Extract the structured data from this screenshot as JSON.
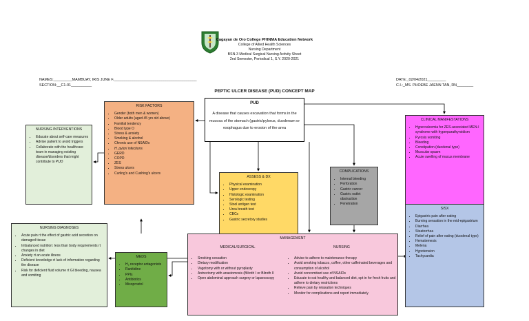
{
  "header": {
    "institution": "Cagayan de Oro College PHINMA Education Network",
    "college": "College of Allied Health Sciences",
    "department": "Nursing Department",
    "activity": "BSN-3 Medical Surgical Nursing Activity Sheet",
    "semester": "2nd Semester, Periodical 1, S.Y. 2020-2021"
  },
  "meta": {
    "names": "NAMES:_________MAMBUAY, IRIS JUNE F.________________________________________",
    "section": "SECTION:__C1-01__________",
    "date": "DATE:_02/04/2021_________",
    "ci": "C.I.:_MS. PHOEBE JAENN TAN, RN________"
  },
  "title": "PEPTIC ULCER DISEASE (PUD) CONCEPT MAP",
  "pud": {
    "heading": "PUD",
    "definition": "A disease that causes excavation that forms in the mucosa of the stomach (gastric/pylorus, duodenum or esophagus due to erosion of the area"
  },
  "risk_factors": {
    "heading": "RISK FACTORS",
    "items": [
      "Gender (both men & women)",
      "Older adults (aged 45 yrs old above)",
      "Familial tendency",
      "Blood type O",
      "Stress & anxiety",
      "Smoking & alcohol",
      "Chronic use of NSAIDs",
      "H. pylori infections",
      "GERD",
      "COPD",
      "ZES",
      "Stress ulcers",
      "Curling's and Cushing's ulcers"
    ]
  },
  "nursing_interventions": {
    "heading": "NURSING INTERVENTIONS",
    "items": [
      "Educate about self-care measures",
      "Advise patient to avoid triggers",
      "Collaborate with the healthcare team in managing existing disease/disorders that might contribute to PUD"
    ]
  },
  "clinical_manifestations": {
    "heading": "CLINICAL MANIFESTATIONS",
    "items": [
      "Hypercalcemia for ZES-associated MEN-I syndrome with hyperparathyroidism",
      "Pyrosis vomiting",
      "Bleeding",
      "Constipation (duodenal type)",
      "Muscular spasm",
      "Acute swelling of mucus membrane"
    ]
  },
  "complications": {
    "heading": "COMPLICATIONS",
    "items": [
      "Internal bleeding",
      "Perforation",
      "Gastric cancer",
      "Gastric outlet obstruction",
      "Penetration"
    ]
  },
  "assess_dx": {
    "heading": "ASSESS & DX",
    "items": [
      "Physical examination",
      "Upper endoscopy",
      "Histologic examination",
      "Serologic testing",
      "Stool antigen test",
      "Urea breath test",
      "CBCs",
      "Gastric secretory studies"
    ]
  },
  "sx": {
    "heading": "S/SX",
    "items": [
      "Epigastric pain after eating",
      "Burning sensation in the mid-epigastrium",
      "Diarrhea",
      "Steatorrhea",
      "Relief of pain after eating (duodenal type)",
      "Hematemesis",
      "Melena",
      "Hypotension",
      "Tachycardia"
    ]
  },
  "nursing_diagnoses": {
    "heading": "NURSING DIAGNOSES",
    "items": [
      "Acute pain rt the effect of gastric acid secretion on damaged tissue",
      "Imbalanced nutrition: less than body requirements rt changes in diet",
      "Anxiety rt an acute illness",
      "Deficient knowledge rt lack of information regarding the disease",
      "Risk for deficient fluid volume rt GI bleeding, nausea and vomiting"
    ]
  },
  "meds": {
    "heading": "MEDS",
    "items": [
      "H₂ receptor antagonists",
      "Ranitidine",
      "PPIs",
      "Antibiotics",
      "Misoprostol"
    ]
  },
  "management": {
    "heading": "MANAGEMENT",
    "medical_heading": "MEDICAL/SURGICAL",
    "medical_items": [
      "Smoking cessation",
      "Dietary modification",
      "Vagotomy with or without pyroplasty",
      "Antrectomy with anastomosis (Bilroth I or Bilroth II",
      "Open abdominal approach surgery or laparoscopy"
    ],
    "nursing_heading": "NURSING",
    "nursing_items": [
      "Advise to adhere to maintenance therapy",
      "Avoid smoking tobacco, coffee, other caffeinated beverages and consumption of alcohol",
      "Avoid concomitant use of NSAIDs",
      "Educate to eat healthy and balanced diet, opt in for fresh fruits and adhere to dietary restrictions",
      "Relieve pain by relaxation techniques",
      "Monitor for complications and report immediately"
    ]
  },
  "colors": {
    "risk": "#f4b183",
    "interventions": "#e2efda",
    "manifestations": "#ff66ff",
    "complications": "#a6a6a6",
    "assess": "#ffd966",
    "sx": "#b4c6e7",
    "meds": "#70ad47",
    "management": "#f8c8dc"
  }
}
